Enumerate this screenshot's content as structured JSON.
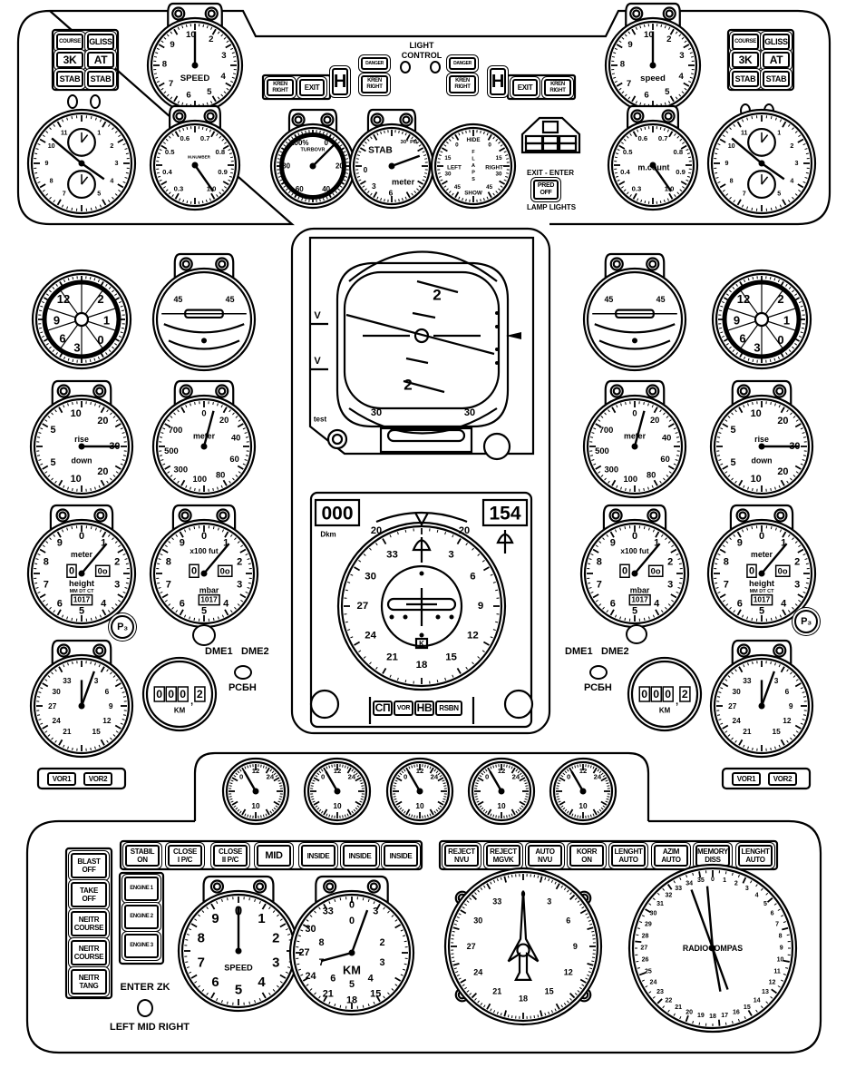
{
  "top": {
    "light_control": "LIGHT\nCONTROL",
    "left_buttons": [
      "COURSE",
      "GLISS",
      "3K",
      "AT",
      "STAB",
      "STAB"
    ],
    "right_buttons": [
      "COURSE",
      "GLISS",
      "3K",
      "AT",
      "STAB",
      "STAB"
    ],
    "left_group": {
      "kren": "KREN\nRIGHT",
      "exit": "EXIT",
      "h": "H",
      "danger": "DANGER",
      "kren2": "KREN\nRIGHT"
    },
    "right_group": {
      "danger": "DANGER",
      "kren": "KREN\nRIGHT",
      "h": "H",
      "exit": "EXIT",
      "kren2": "KREN\nRIGHT"
    },
    "exit_enter": "EXIT - ENTER",
    "pred_off": "PRED\nOFF",
    "lamp_lights": "LAMP LIGHTS",
    "speed_left": {
      "numbers": [
        "10",
        "2",
        "3",
        "4",
        "5",
        "6",
        "7",
        "8",
        "9"
      ],
      "labels": [
        "SPEED"
      ]
    },
    "mach_left": {
      "numbers": [
        "0.3",
        "0.4",
        "0.5",
        "0.6",
        "0.7",
        "0.8",
        "0.9",
        "1.0"
      ],
      "labels": [
        "M.NUMBER"
      ]
    },
    "clock_left": {
      "numbers": [
        "1",
        "2",
        "3",
        "4",
        "5",
        "",
        "7",
        "8",
        "9",
        "10",
        "11",
        ""
      ],
      "labels": []
    },
    "turbovr": {
      "numbers": [
        "0",
        "20",
        "40",
        "60",
        "80",
        "100%"
      ],
      "labels": [
        "TURBOVR"
      ]
    },
    "stab": {
      "numbers": [
        "0",
        "3",
        "6"
      ],
      "labels": [
        "STAB",
        "meter",
        "30° PB"
      ]
    },
    "flaps": {
      "numbers": [
        "0",
        "15",
        "30",
        "45"
      ],
      "numbers2": [
        "0",
        "15",
        "30",
        "45"
      ],
      "labels": [
        "HIDE",
        "SHOW",
        "LEFT",
        "RIGHT",
        "F",
        "L",
        "A",
        "P",
        "S"
      ]
    },
    "speed_right": {
      "numbers": [
        "10",
        "2",
        "3",
        "4",
        "5",
        "6",
        "7",
        "8",
        "9"
      ],
      "labels": [
        "speed"
      ]
    },
    "mach_right": {
      "numbers": [
        "0.3",
        "0.4",
        "0.5",
        "0.6",
        "0.7",
        "0.8",
        "0.9",
        "1.0"
      ],
      "labels": [
        "m.count"
      ]
    },
    "clock_right": {
      "numbers": [
        "1",
        "2",
        "3",
        "4",
        "5",
        "",
        "7",
        "8",
        "9",
        "10",
        "11",
        ""
      ],
      "labels": []
    }
  },
  "left": {
    "dial_12": {
      "numbers": [],
      "labels": [
        "12",
        "2",
        "9",
        "1",
        "6",
        "0",
        "3"
      ]
    },
    "attitude": {
      "numbers": [],
      "labels": [
        "45",
        "45"
      ]
    },
    "rise": {
      "numbers": [
        "5",
        "10",
        "20",
        "30",
        "20",
        "10",
        "5"
      ],
      "labels": [
        "rise",
        "down"
      ]
    },
    "meter": {
      "numbers": [
        "0",
        "20",
        "40",
        "60",
        "80",
        "100",
        "300",
        "500",
        "700"
      ],
      "labels": [
        "meter"
      ]
    },
    "alt_meter": {
      "numbers": [
        "0",
        "1",
        "2",
        "3",
        "4",
        "5",
        "6",
        "7",
        "8",
        "9"
      ],
      "labels": [
        "meter",
        "height",
        "MM DT CT",
        "0",
        "0o",
        "1017"
      ],
      "knob": "P₃"
    },
    "alt_fut": {
      "numbers": [
        "0",
        "1",
        "2",
        "3",
        "4",
        "5",
        "6",
        "7",
        "8",
        "9"
      ],
      "labels": [
        "x100 fut",
        "mbar",
        "0",
        "0o",
        "1017"
      ]
    },
    "compass": {
      "numbers": [
        "",
        "3",
        "6",
        "9",
        "12",
        "15",
        "",
        "21",
        "24",
        "27",
        "30",
        "33"
      ],
      "labels": []
    },
    "km_counter": {
      "numbers": [],
      "labels": [
        "0",
        "0",
        "0",
        ",",
        "2",
        "KM"
      ]
    },
    "dme1": "DME1",
    "dme2": "DME2",
    "rsbn": "РСБН",
    "vor1": "VOR1",
    "vor2": "VOR2"
  },
  "right": {
    "dial_12": {
      "numbers": [],
      "labels": [
        "12",
        "2",
        "9",
        "1",
        "6",
        "0",
        "3"
      ]
    },
    "attitude": {
      "numbers": [],
      "labels": [
        "45",
        "45"
      ]
    },
    "rise": {
      "numbers": [
        "5",
        "10",
        "20",
        "30",
        "20",
        "10",
        "5"
      ],
      "labels": [
        "rise",
        "down"
      ]
    },
    "meter": {
      "numbers": [
        "0",
        "20",
        "40",
        "60",
        "80",
        "100",
        "300",
        "500",
        "700"
      ],
      "labels": [
        "meter"
      ]
    },
    "alt_meter": {
      "numbers": [
        "0",
        "1",
        "2",
        "3",
        "4",
        "5",
        "6",
        "7",
        "8",
        "9"
      ],
      "labels": [
        "meter",
        "height",
        "MM DT CT",
        "0",
        "0o",
        "1017"
      ],
      "knob": "P₃"
    },
    "alt_fut": {
      "numbers": [
        "0",
        "1",
        "2",
        "3",
        "4",
        "5",
        "6",
        "7",
        "8",
        "9"
      ],
      "labels": [
        "x100 fut",
        "mbar",
        "0",
        "0o",
        "1017"
      ]
    },
    "compass": {
      "numbers": [
        "",
        "3",
        "6",
        "9",
        "12",
        "15",
        "",
        "21",
        "24",
        "27",
        "30",
        "33"
      ],
      "labels": []
    },
    "km_counter": {
      "numbers": [],
      "labels": [
        "0",
        "0",
        "0",
        ",",
        "2",
        "KM"
      ]
    },
    "dme1": "DME1",
    "dme2": "DME2",
    "rsbn": "РСБН",
    "vor1": "VOR1",
    "vor2": "VOR2"
  },
  "center": {
    "adi": {
      "pitch_top": "2",
      "pitch_bottom": "2",
      "roll_left": "30",
      "roll_right": "30",
      "v1": "V",
      "v2": "V",
      "test": "test"
    },
    "hsi": {
      "numbers": [
        "",
        "3",
        "6",
        "9",
        "12",
        "15",
        "18",
        "21",
        "24",
        "27",
        "30",
        "33"
      ],
      "labels": []
    },
    "hsi_info": {
      "distance": "000",
      "distance_unit": "Dkm",
      "course": "154",
      "scale_left": "20",
      "scale_right": "20",
      "k": "K"
    },
    "mode_buttons": [
      "СП",
      "VOR",
      "НВ",
      "RSBN"
    ]
  },
  "row": {
    "gauges": [
      {
        "numbers": [
          "0",
          "12",
          "24"
        ],
        "labels": [
          "10"
        ]
      },
      {
        "numbers": [
          "0",
          "12",
          "24"
        ],
        "labels": [
          "10"
        ]
      },
      {
        "numbers": [
          "0",
          "12",
          "24"
        ],
        "labels": [
          "10"
        ]
      },
      {
        "numbers": [
          "0",
          "12",
          "24"
        ],
        "labels": [
          "10"
        ]
      },
      {
        "numbers": [
          "0",
          "12",
          "24"
        ],
        "labels": [
          "10"
        ]
      }
    ]
  },
  "bottom": {
    "side_buttons": [
      "BLAST\nOFF",
      "TAKE\nOFF",
      "NEITR\nCOURSE",
      "NEITR\nCOURSE",
      "NEITR\nTANG"
    ],
    "row1": [
      "STABIL\nON",
      "CLOSE\nI P/C",
      "CLOSE\nII P/C",
      "MID",
      "INSIDE",
      "INSIDE",
      "INSIDE"
    ],
    "row2": [
      "REJECT\nNVU",
      "REJECT\nMGVK",
      "AUTO\nNVU",
      "KORR\nON",
      "LENGHT\nAUTO",
      "AZIM\nAUTO",
      "MEMORY\nDISS",
      "LENGHT\nAUTO"
    ],
    "engines": [
      "ENGINE 1",
      "ENGINE 2",
      "ENGINE 3"
    ],
    "enter_zk": "ENTER ZK",
    "left_mid_right": "LEFT MID RIGHT",
    "speed": {
      "numbers": [
        "0",
        "1",
        "2",
        "3",
        "4",
        "5",
        "6",
        "7",
        "8",
        "9"
      ],
      "labels": [
        "SPEED"
      ]
    },
    "km": {
      "numbers": [
        "0",
        "3",
        "",
        "",
        "",
        "15",
        "18",
        "21",
        "24",
        "27",
        "30",
        "33"
      ],
      "numbers2": [
        "0",
        "",
        "2",
        "3",
        "4",
        "5",
        "6",
        "7",
        "8",
        ""
      ],
      "labels": [
        "KM"
      ]
    },
    "compass": {
      "numbers": [
        "0",
        "3",
        "6",
        "9",
        "12",
        "15",
        "18",
        "21",
        "24",
        "27",
        "30",
        "33"
      ],
      "labels": []
    },
    "radiocompas": {
      "numbers": [
        "0",
        "1",
        "2",
        "3",
        "4",
        "5",
        "6",
        "7",
        "8",
        "9",
        "10",
        "11",
        "12",
        "13",
        "14",
        "15",
        "16",
        "17",
        "18",
        "19",
        "20",
        "21",
        "22",
        "23",
        "24",
        "25",
        "26",
        "27",
        "28",
        "29",
        "30",
        "31",
        "32",
        "33",
        "34",
        "35"
      ],
      "labels": [
        "RADIOCOMPAS"
      ]
    }
  }
}
